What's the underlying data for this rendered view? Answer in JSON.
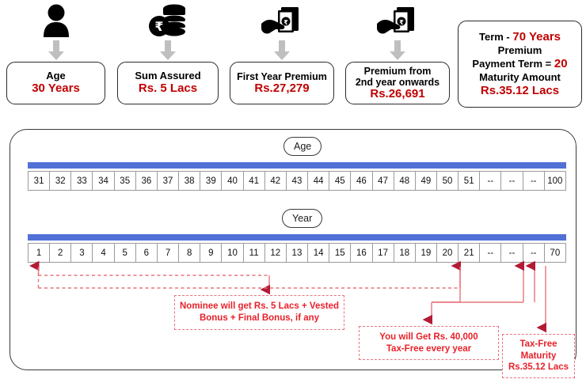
{
  "top_boxes": [
    {
      "icon": "person-icon",
      "lines": [
        {
          "text": "Age",
          "color": "black"
        },
        {
          "text": "30 Years",
          "color": "red"
        }
      ]
    },
    {
      "icon": "rupee-coins-icon",
      "lines": [
        {
          "text": "Sum Assured",
          "color": "black"
        },
        {
          "text": "Rs. 5  Lacs",
          "color": "red"
        }
      ]
    },
    {
      "icon": "hand-cash-icon",
      "lines": [
        {
          "text": "First Year Premium",
          "color": "black"
        },
        {
          "text": "Rs.27,279",
          "color": "red"
        }
      ]
    },
    {
      "icon": "hand-cash-icon",
      "lines": [
        {
          "text": "Premium from",
          "color": "black"
        },
        {
          "text": "2nd year onwards",
          "color": "black"
        },
        {
          "text": "Rs.26,691",
          "color": "red"
        }
      ]
    },
    {
      "icon": "none",
      "lines": [
        {
          "text": "Term  - 70 Years",
          "color": "mixed-term"
        },
        {
          "text": "Premium",
          "color": "black"
        },
        {
          "text": "Payment Term = 20",
          "color": "mixed-ppt"
        },
        {
          "text": "Maturity Amount",
          "color": "black"
        },
        {
          "text": "Rs.35.12 Lacs",
          "color": "red"
        }
      ]
    }
  ],
  "top_box_parts": {
    "term_label": "Term  - ",
    "term_value": "70 Years",
    "ppt_label": "Payment Term = ",
    "ppt_value": "20"
  },
  "age_axis": {
    "label": "Age",
    "cells": [
      "31",
      "32",
      "33",
      "34",
      "35",
      "36",
      "37",
      "38",
      "39",
      "40",
      "41",
      "42",
      "43",
      "44",
      "45",
      "46",
      "47",
      "48",
      "49",
      "50",
      "51",
      "--",
      "--",
      "--",
      "100"
    ]
  },
  "year_axis": {
    "label": "Year",
    "cells": [
      "1",
      "2",
      "3",
      "4",
      "5",
      "6",
      "7",
      "8",
      "9",
      "10",
      "11",
      "12",
      "13",
      "14",
      "15",
      "16",
      "17",
      "18",
      "19",
      "20",
      "21",
      "--",
      "--",
      "--",
      "70"
    ]
  },
  "notes": [
    {
      "name": "death-benefit-note",
      "lines": [
        "Nominee will get Rs. 5 Lacs + Vested",
        "Bonus + Final Bonus, if any"
      ]
    },
    {
      "name": "annual-payout-note",
      "lines": [
        "You will Get Rs. 40,000",
        "Tax-Free every year"
      ]
    },
    {
      "name": "maturity-note",
      "lines": [
        "Tax-Free",
        "Maturity",
        "Rs.35.12 Lacs"
      ]
    }
  ],
  "colors": {
    "accent_red": "#c00000",
    "note_red": "#e8212a",
    "bar_blue": "#5271d6",
    "shadow_blue": "#3f5fd8",
    "black": "#000000"
  }
}
